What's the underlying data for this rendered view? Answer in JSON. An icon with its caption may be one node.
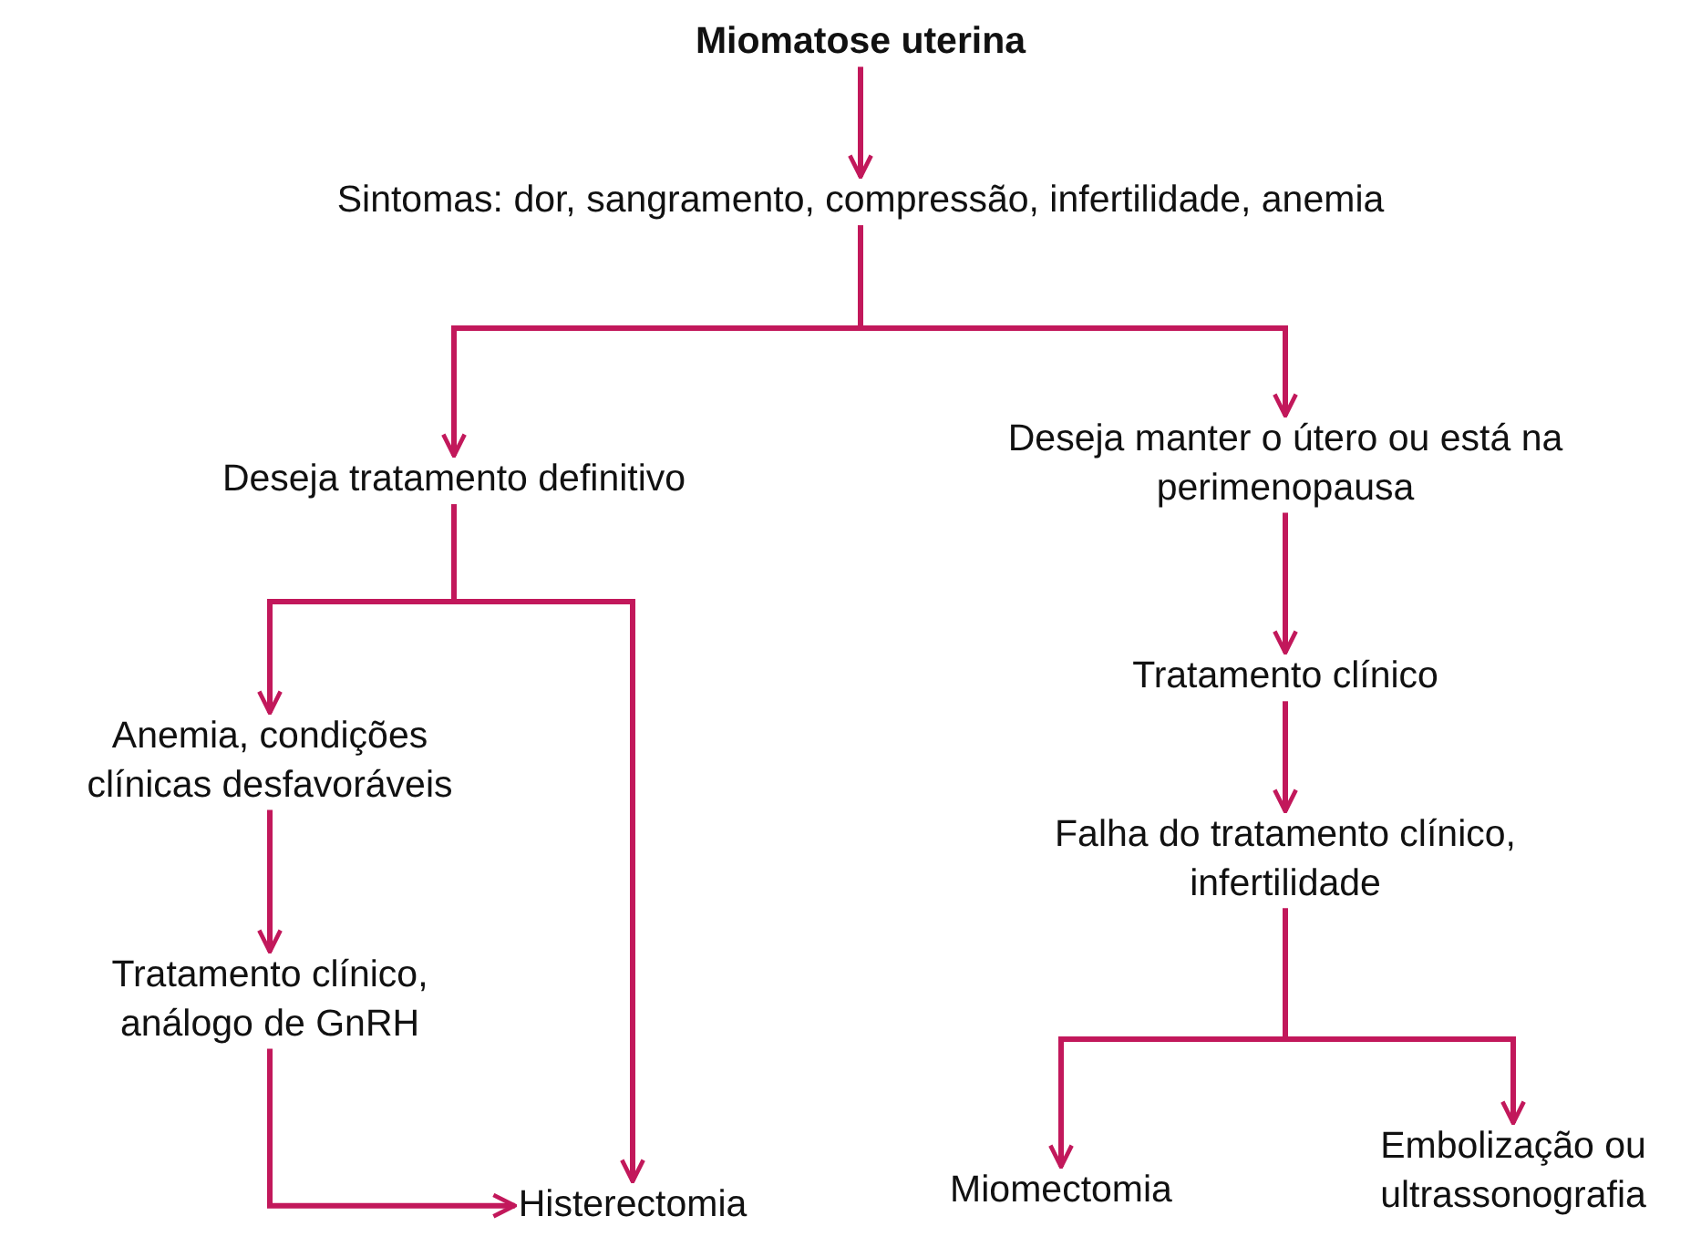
{
  "diagram": {
    "nodes": [
      {
        "text": [
          "Miomatose uterina"
        ]
      },
      {
        "text": [
          "Sintomas: dor, sangramento, compressão, infertilidade, anemia"
        ]
      },
      {
        "text": [
          "Deseja tratamento definitivo"
        ]
      },
      {
        "text": [
          "Deseja manter o útero ou está na perimenopausa"
        ]
      },
      {
        "text": [
          "Tratamento clínico"
        ]
      },
      {
        "text": [
          "Falha do tratamento clínico, infertilidade"
        ]
      },
      {
        "text": [
          "Anemia, condições clínicas desfavoráveis"
        ]
      },
      {
        "text": [
          "Tratamento clínico, análogo de GnRH"
        ]
      },
      {
        "text": [
          "Histerectomia"
        ]
      },
      {
        "text": [
          "Miomectomia"
        ]
      },
      {
        "text": [
          "Embolização ou ultrassonografia"
        ]
      }
    ],
    "edges": [
      {
        "from": 0,
        "to": 1,
        "arrow": "to"
      },
      {
        "from": 1,
        "to": 2,
        "arrow": "to"
      },
      {
        "from": 1,
        "to": 3,
        "arrow": "to"
      },
      {
        "from": 3,
        "to": 4,
        "arrow": "to"
      },
      {
        "from": 4,
        "to": 5,
        "arrow": "to"
      },
      {
        "from": 2,
        "to": 6,
        "arrow": "to"
      },
      {
        "from": 2,
        "to": 8,
        "arrow": "to"
      },
      {
        "from": 6,
        "to": 7,
        "arrow": "to"
      },
      {
        "from": 7,
        "to": 8,
        "arrow": "to"
      },
      {
        "from": 5,
        "to": 9,
        "arrow": "to"
      },
      {
        "from": 5,
        "to": 10,
        "arrow": "to"
      }
    ]
  }
}
